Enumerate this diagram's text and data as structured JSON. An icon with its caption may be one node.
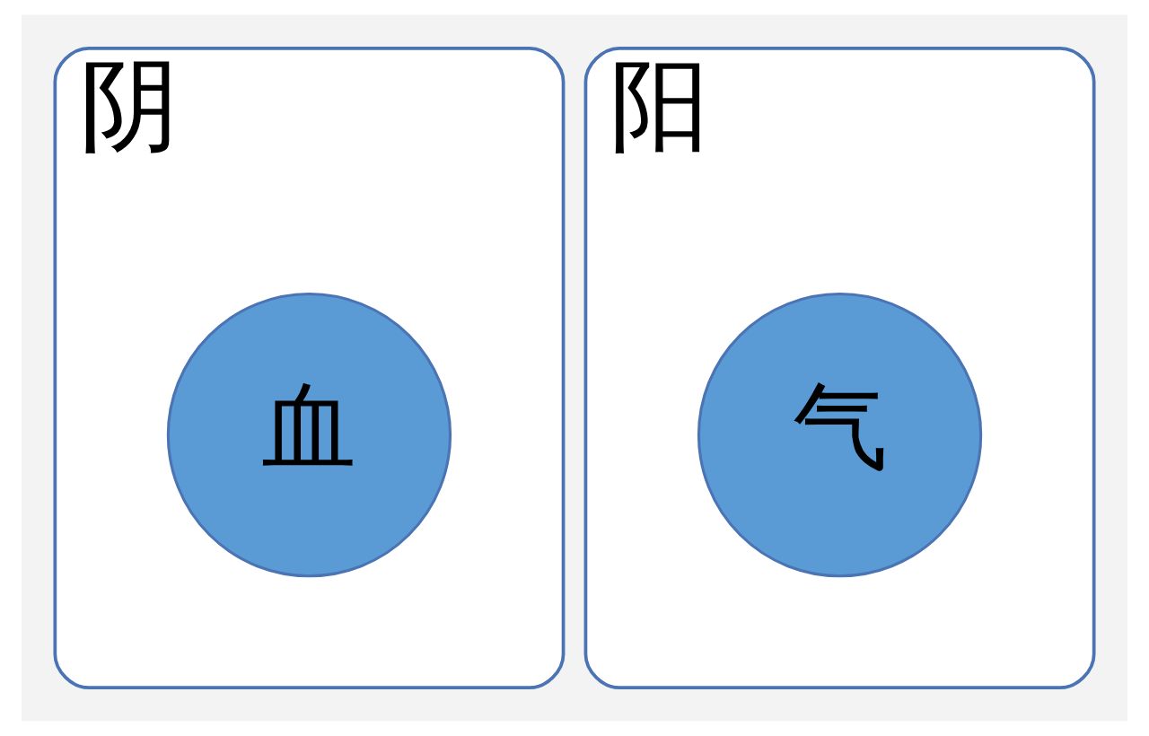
{
  "diagram": {
    "nodes": [
      {
        "text": [
          "阴"
        ]
      },
      {
        "text": [
          "血"
        ],
        "in": 0
      },
      {
        "text": [
          "阳"
        ]
      },
      {
        "text": [
          "气"
        ],
        "in": 2
      }
    ]
  }
}
